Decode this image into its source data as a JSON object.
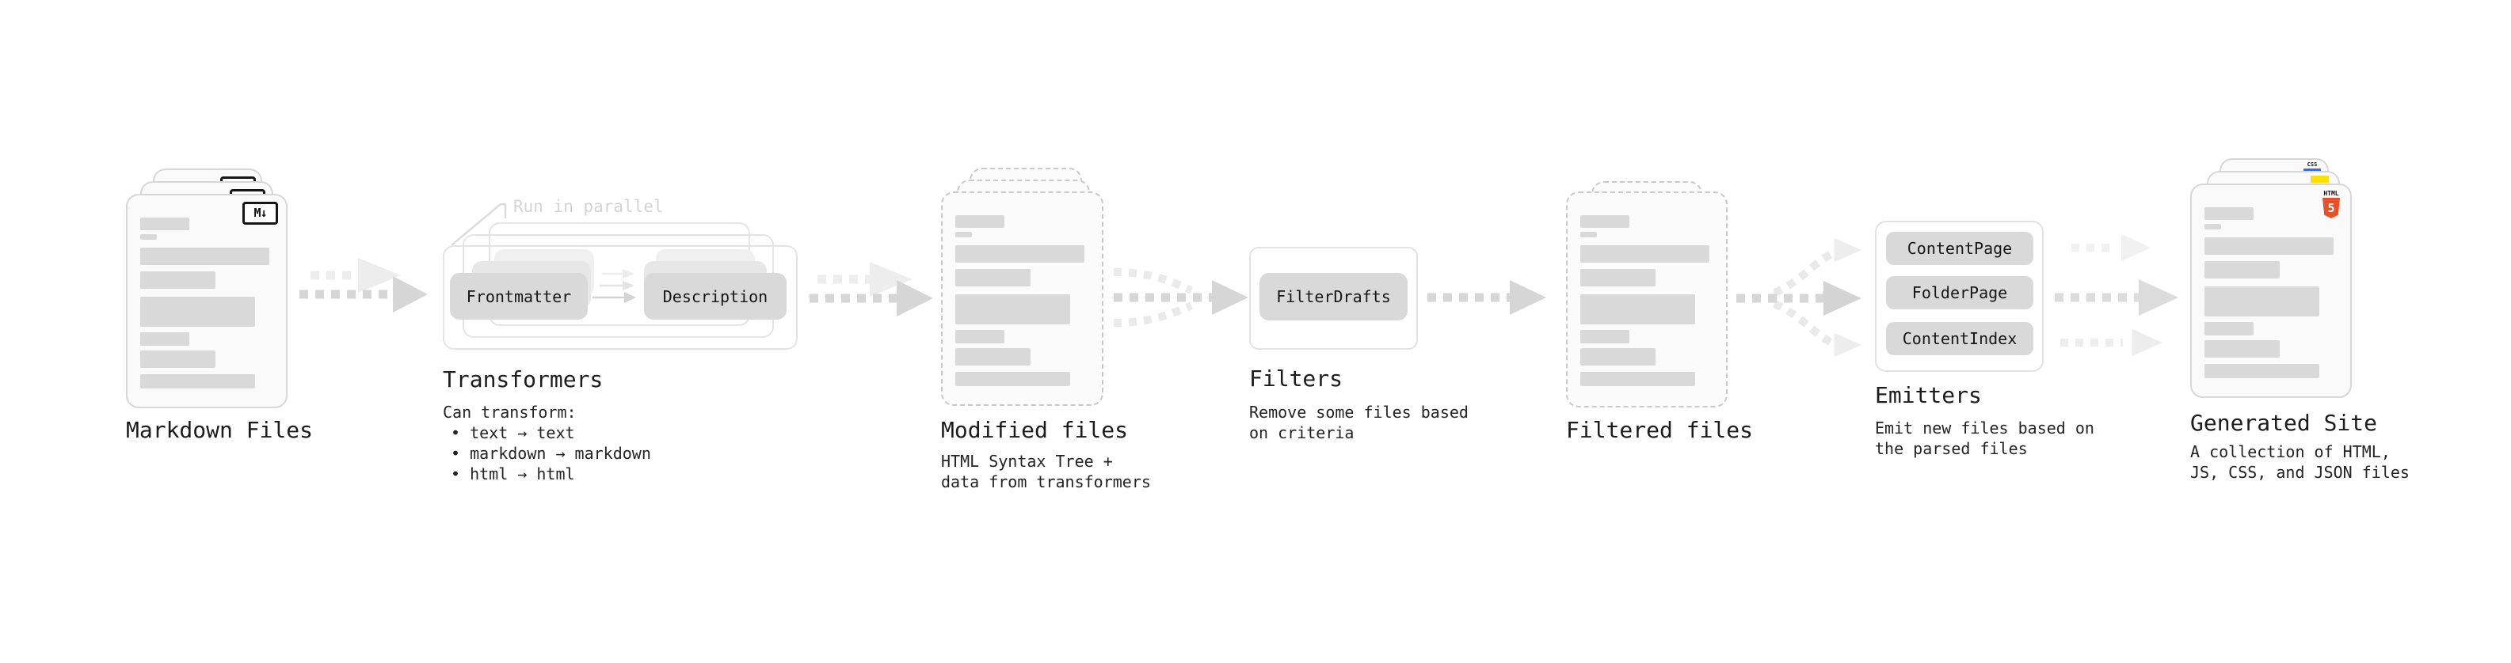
{
  "stages": {
    "markdown": {
      "label": "Markdown Files",
      "badge": "M↓"
    },
    "transformers": {
      "label": "Transformers",
      "annotation": "Run in parallel",
      "source_node": "Frontmatter",
      "target_node": "Description",
      "desc_title": "Can transform:",
      "bullets": [
        "• text → text",
        "• markdown → markdown",
        "• html → html"
      ]
    },
    "modified": {
      "label": "Modified files",
      "desc": [
        "HTML Syntax Tree +",
        "data from transformers"
      ]
    },
    "filters": {
      "label": "Filters",
      "node": "FilterDrafts",
      "desc": [
        "Remove some files based",
        "on criteria"
      ]
    },
    "filtered": {
      "label": "Filtered files"
    },
    "emitters": {
      "label": "Emitters",
      "nodes": [
        "ContentPage",
        "FolderPage",
        "ContentIndex"
      ],
      "desc": [
        "Emit new files based on",
        "the parsed files"
      ]
    },
    "generated": {
      "label": "Generated Site",
      "html5_label": "HTML",
      "html5_number": "5",
      "css_badge": "CSS",
      "desc": [
        "A collection of HTML,",
        "JS, CSS, and JSON files"
      ]
    }
  },
  "colors": {
    "arrow_main": "#d6d6d6",
    "arrow_light": "#ededed",
    "html5_orange": "#e8502a",
    "js_yellow": "#ffe000",
    "css_blue": "#2f6df6"
  }
}
